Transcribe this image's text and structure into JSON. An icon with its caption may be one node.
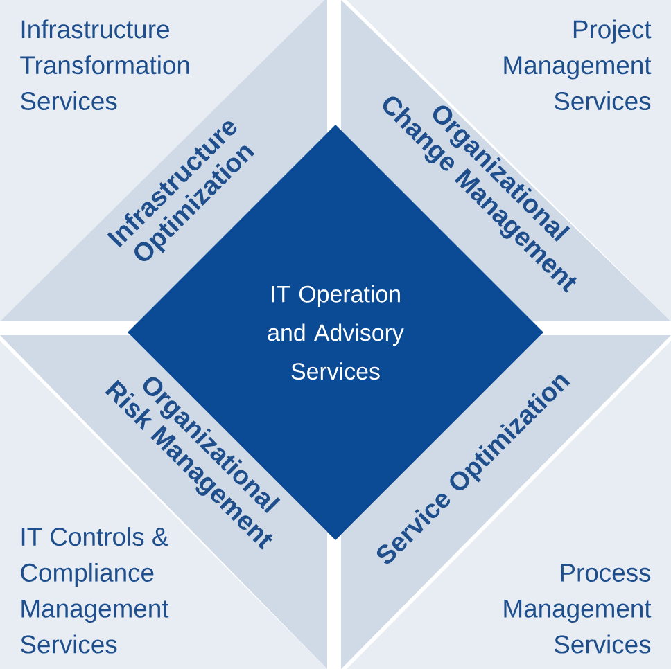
{
  "diagram": {
    "nodes": [
      {
        "text": [
          "Infrastructure Transformation Services"
        ]
      },
      {
        "text": [
          "Infrastructure Optimization"
        ]
      },
      {
        "text": [
          "Organizational Change Management"
        ]
      },
      {
        "text": [
          "Project Management Services"
        ]
      },
      {
        "text": [
          "IT Operation and Advisory Services"
        ]
      },
      {
        "text": [
          "Organizational Risk Management"
        ]
      },
      {
        "text": [
          "Service Optimization"
        ]
      },
      {
        "text": [
          "IT Controls & Compliance Management Services"
        ]
      },
      {
        "text": [
          "Process Management Services"
        ]
      }
    ]
  }
}
